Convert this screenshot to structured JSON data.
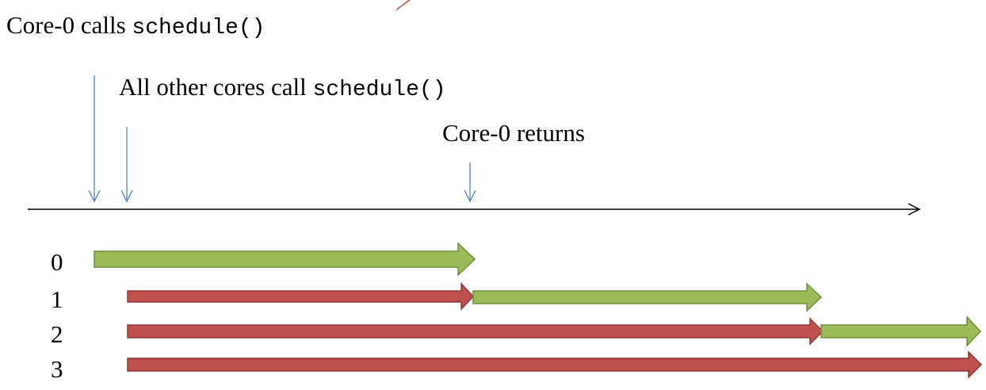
{
  "annotations": {
    "core0_calls": {
      "prefix": "Core-0 calls ",
      "code": "schedule()"
    },
    "others_call": {
      "prefix": "All other cores call ",
      "code": "schedule()"
    },
    "core0_returns": {
      "text": "Core-0 returns"
    }
  },
  "cores": [
    {
      "label": "0",
      "segments": [
        {
          "state": "running"
        }
      ]
    },
    {
      "label": "1",
      "segments": [
        {
          "state": "waiting"
        },
        {
          "state": "running"
        }
      ]
    },
    {
      "label": "2",
      "segments": [
        {
          "state": "waiting"
        },
        {
          "state": "running"
        }
      ]
    },
    {
      "label": "3",
      "segments": [
        {
          "state": "waiting"
        }
      ]
    }
  ],
  "colors": {
    "running_fill": "#9BBB59",
    "running_stroke": "#6E8F3A",
    "waiting_fill": "#C0504D",
    "waiting_stroke": "#8C3836",
    "marker_arrow": "#4F81BD",
    "timeline": "#000000"
  },
  "icons": {
    "pen": "pen-icon"
  }
}
